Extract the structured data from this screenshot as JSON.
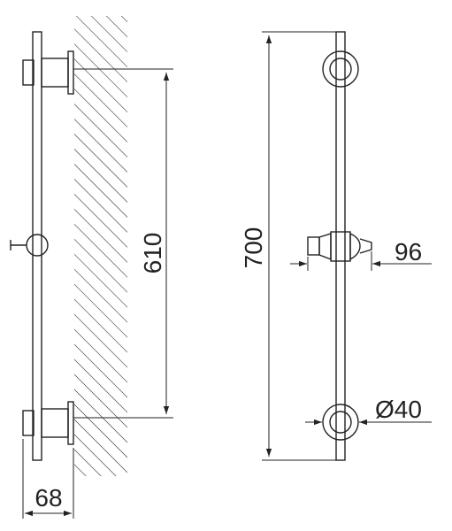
{
  "drawing": {
    "dimensions": {
      "wall_mount_spacing": "610",
      "total_length": "700",
      "slider_offset": "96",
      "bracket_diameter": "Ø40",
      "wall_projection": "68"
    }
  }
}
